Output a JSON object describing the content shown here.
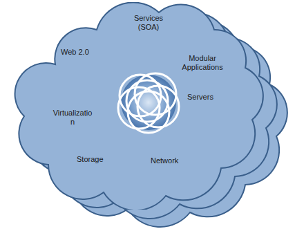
{
  "diagram": {
    "nodes": [
      {
        "text": [
          "Services (SOA)",
          "Web 2.0",
          "Modular Applications",
          "Virtualization",
          "Servers",
          "Storage",
          "Network"
        ]
      }
    ]
  }
}
